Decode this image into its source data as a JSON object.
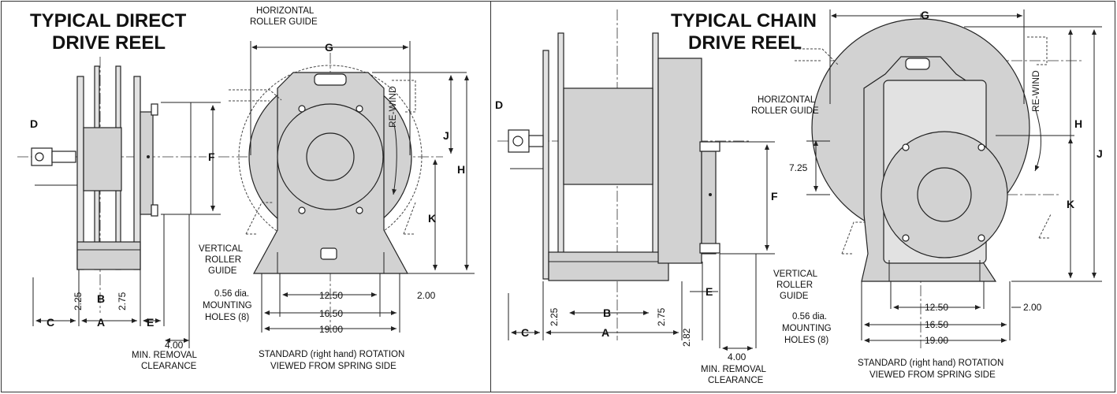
{
  "left": {
    "title_1": "TYPICAL DIRECT",
    "title_2": "DRIVE REEL",
    "horiz_1": "HORIZONTAL",
    "horiz_2": "ROLLER GUIDE",
    "vert_1": "VERTICAL",
    "vert_2": "ROLLER",
    "vert_3": "GUIDE",
    "mount_1": "0.56 dia.",
    "mount_2": "MOUNTING",
    "mount_3": "HOLES (8)",
    "rewind": "RE-WIND",
    "min_removal_value": "4.00",
    "min_removal_1": "MIN. REMOVAL",
    "min_removal_2": "CLEARANCE",
    "rotation_1": "STANDARD (right hand) ROTATION",
    "rotation_2": "VIEWED FROM SPRING SIDE",
    "dims": {
      "d1": "2.25",
      "d2": "2.75",
      "d3": "12.50",
      "d4": "16.50",
      "d5": "19.00",
      "d6": "2.00"
    },
    "letters": {
      "A": "A",
      "B": "B",
      "C": "C",
      "D": "D",
      "E": "E",
      "F": "F",
      "G": "G",
      "H": "H",
      "J": "J",
      "K": "K"
    }
  },
  "right": {
    "title_1": "TYPICAL CHAIN",
    "title_2": "DRIVE REEL",
    "horiz_1": "HORIZONTAL",
    "horiz_2": "ROLLER GUIDE",
    "vert_1": "VERTICAL",
    "vert_2": "ROLLER",
    "vert_3": "GUIDE",
    "mount_1": "0.56 dia.",
    "mount_2": "MOUNTING",
    "mount_3": "HOLES (8)",
    "rewind": "RE-WIND",
    "min_removal_value": "4.00",
    "min_removal_1": "MIN. REMOVAL",
    "min_removal_2": "CLEARANCE",
    "rotation_1": "STANDARD (right hand) ROTATION",
    "rotation_2": "VIEWED FROM SPRING SIDE",
    "dims": {
      "d1": "2.25",
      "d2": "2.75",
      "d3": "2.82",
      "d4": "7.25",
      "d5": "12.50",
      "d6": "16.50",
      "d7": "19.00",
      "d8": "2.00"
    },
    "letters": {
      "A": "A",
      "B": "B",
      "C": "C",
      "D": "D",
      "E": "E",
      "F": "F",
      "G": "G",
      "H": "H",
      "J": "J",
      "K": "K"
    }
  }
}
